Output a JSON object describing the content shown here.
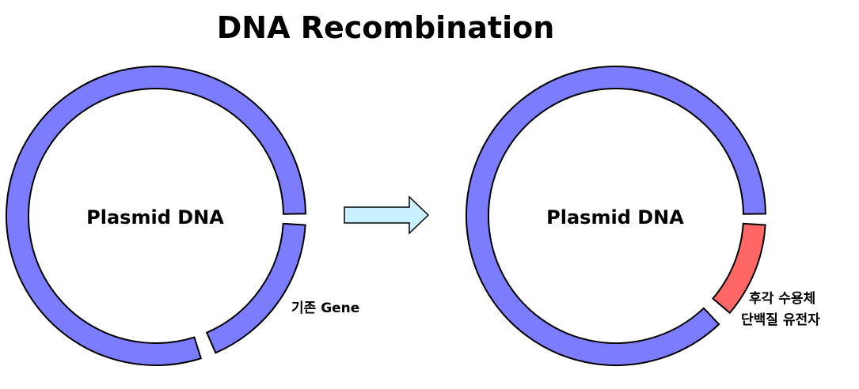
{
  "title": "DNA Recombination",
  "left_plasmid": {
    "label": "Plasmid DNA",
    "segment_label": "기존 Gene"
  },
  "right_plasmid": {
    "label": "Plasmid DNA",
    "segment_label_line1": "후각 수용체",
    "segment_label_line2": "단백질 유전자"
  },
  "colors": {
    "ring": "#7c7cff",
    "inserted_gene": "#ff6666",
    "arrow_fill": "#c8f0ff",
    "outline": "#000000"
  }
}
